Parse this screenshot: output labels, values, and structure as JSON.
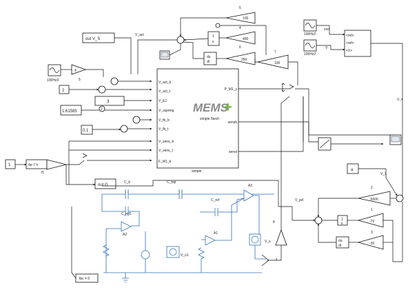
{
  "colors": {
    "wire": "#111111",
    "circuit": "#2f6fb5",
    "logo_gray": "#8a8a8a",
    "logo_green": "#6dbb3a"
  },
  "top_gains": {
    "g5_value": "100",
    "g5_label": "5",
    "g4_value": "400",
    "g4_label": "4",
    "g6_label": "6",
    "g250_value": "250",
    "g7_value": "100",
    "g7_label": "7"
  },
  "integrators": {
    "top_int_num": "1",
    "top_int_den": "s",
    "top_deriv_num": "du",
    "top_deriv_den": "dt",
    "rb_int_num": "1",
    "rb_int_den": "s",
    "rb_deriv_num": "du",
    "rb_deriv_den": "dt"
  },
  "left_inputs": {
    "out_vs": "out V_S",
    "v_act_label": "V_act",
    "sine_label": "100Hz3",
    "gain4_value": "4",
    "gain4_label": "5",
    "const_2": "2",
    "const_3": "3",
    "const_1_61585": "1.61585",
    "const_2b": "2",
    "const_0_1": "0.1",
    "const_1": "1",
    "gain_1e7": "4e-7 h",
    "gain_1e7_label": "f1",
    "out_g": "out G"
  },
  "mems": {
    "logo": "MEMS",
    "plus": "+",
    "title": "simple 5tech",
    "subsystem_label": "simple",
    "ports_in": [
      "V_act_b",
      "V_act_t",
      "V_E1",
      "V_sspring",
      "V_fb_b",
      "V_fb_t",
      "V_sens_b",
      "V_sens_t",
      "F_M1_b"
    ],
    "ports_out": [
      "P_M1_y",
      "sensb",
      "senst"
    ]
  },
  "right_top": {
    "sine1_label": "100Hz2",
    "sine2_label": "100Hz2",
    "vref_label": "vref",
    "v_label": "V",
    "mux_in1": "<ref>",
    "mux_in2": "<ref>",
    "mux_in3": "<V>",
    "v4_label": "V_4"
  },
  "right_bottom": {
    "const_a": "a",
    "v1_label": "V_1",
    "gain_5000_label": "2",
    "gain_5000": "-5000",
    "gain_70_label": "1",
    "gain_70": "-70",
    "gain_30_label": "3",
    "gain_30": "-30",
    "v_pzl_label": "V_pzl",
    "gain8_label": "8",
    "x_label": "x"
  },
  "circuit": {
    "c_b": "C_b",
    "c_top": "C_top",
    "c_ref": "C_ref",
    "c_ref1": "C_ref1",
    "a3": "A3",
    "a2": "A2",
    "a1": "A1",
    "v_o1": "V_o1",
    "v_s": "V_s",
    "fpc": "fpc = 0"
  }
}
